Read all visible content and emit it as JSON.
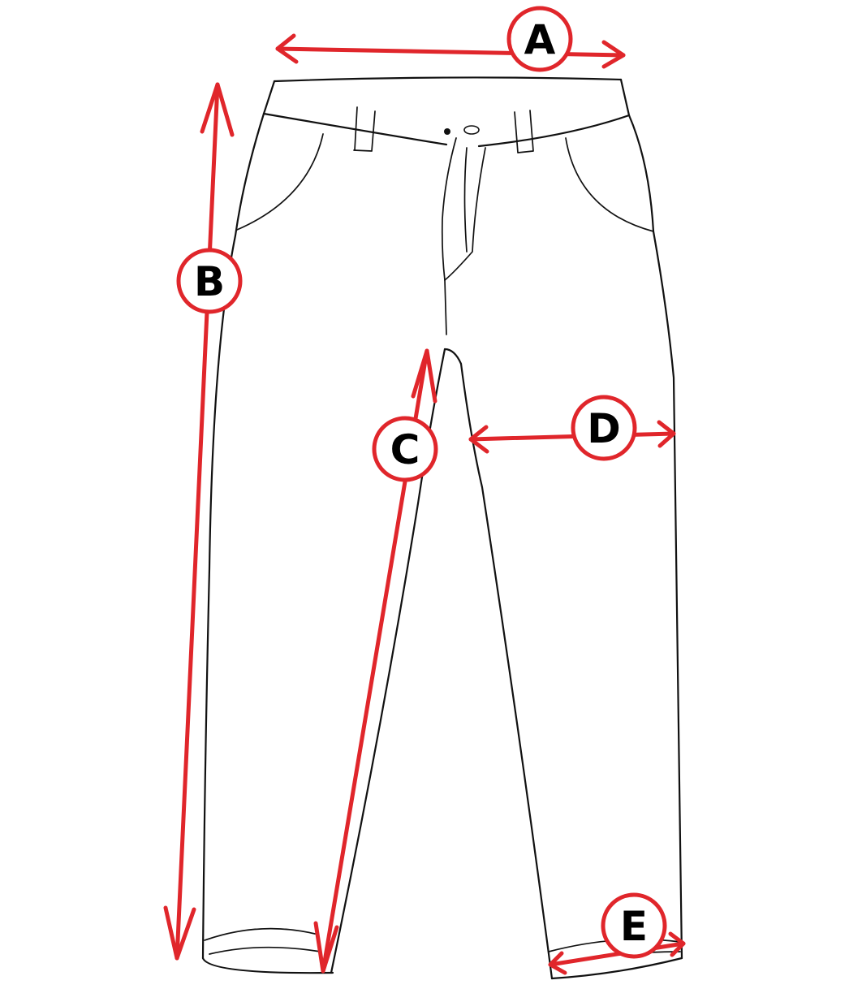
{
  "colors": {
    "arrow": "#e0262b",
    "outline": "#111111",
    "label_text": "#000000",
    "background": "#ffffff"
  },
  "measurements": [
    {
      "label": "A"
    },
    {
      "label": "B"
    },
    {
      "label": "C"
    },
    {
      "label": "D"
    },
    {
      "label": "E"
    }
  ]
}
